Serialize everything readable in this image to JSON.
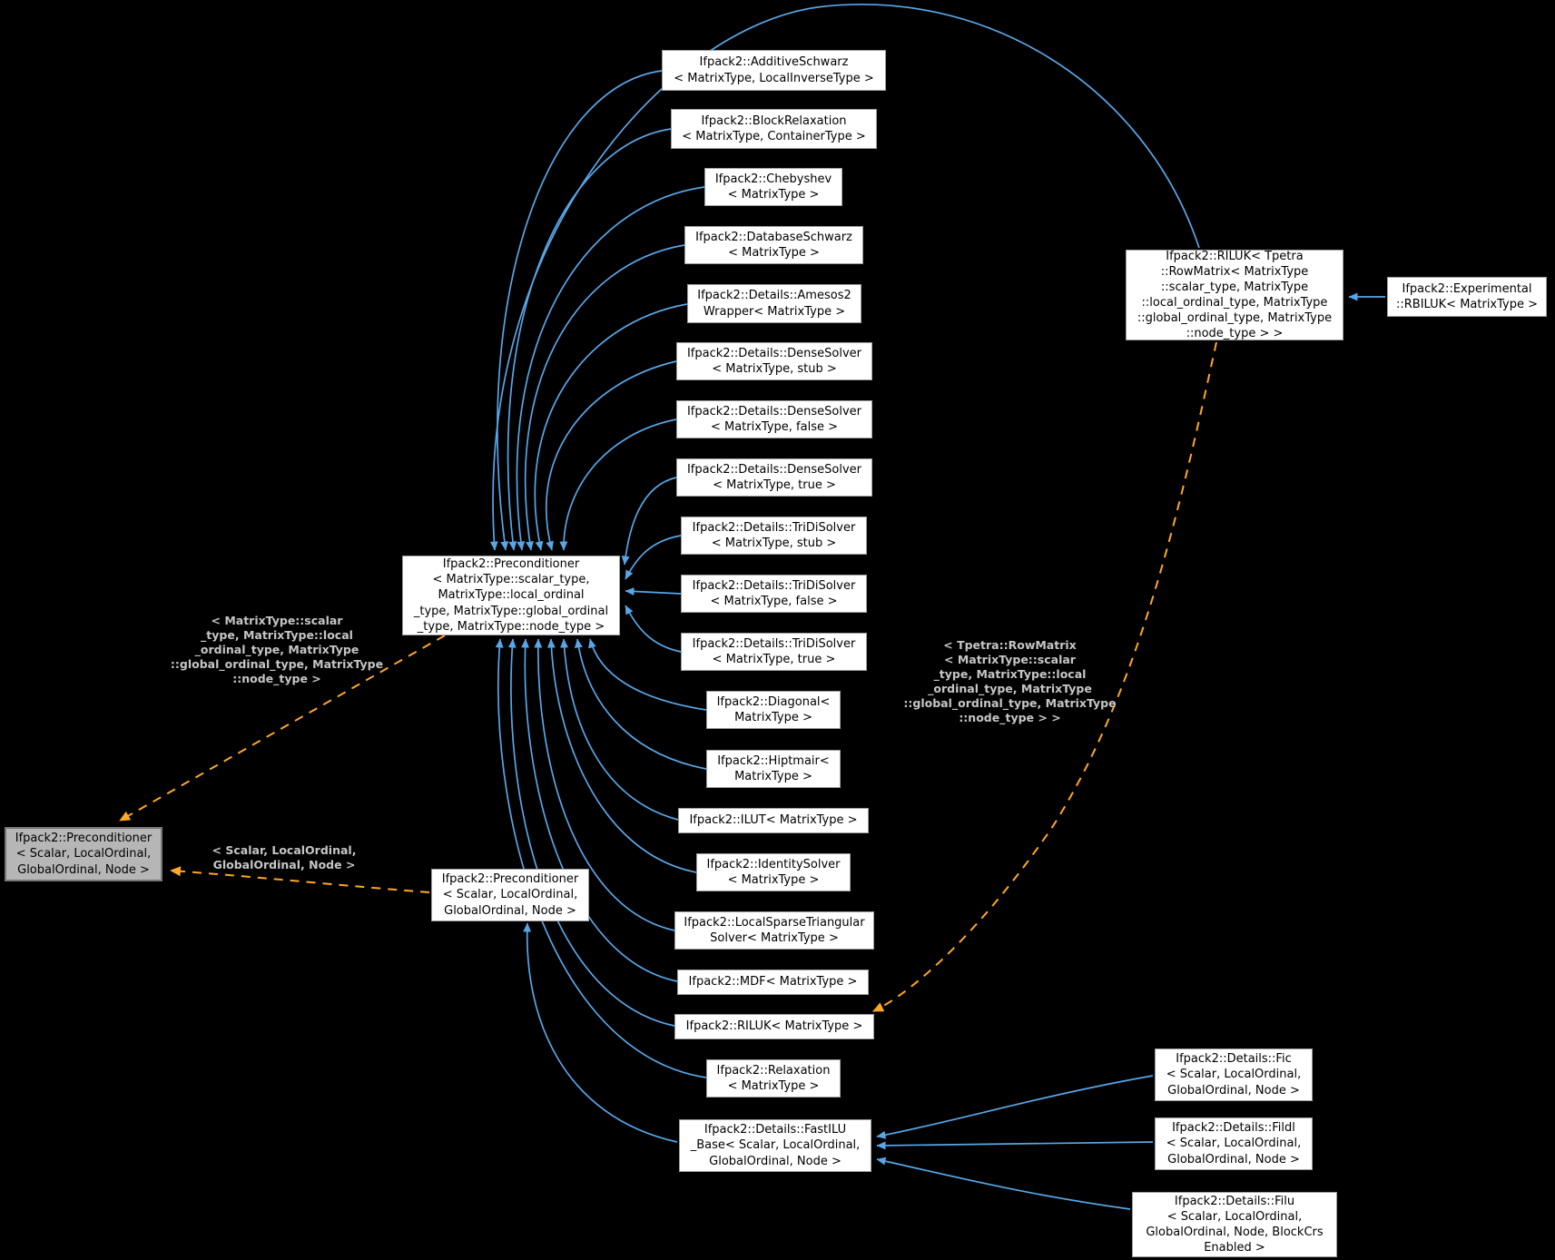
{
  "diagram": {
    "type": "class-inheritance-graph",
    "colors": {
      "background": "#000000",
      "inheritance_edge": "#58a6e8",
      "template_edge": "#ffa726",
      "node_background": "#ffffff",
      "node_border": "#9e9e9e",
      "focal_background": "#b6b6b6",
      "edge_label_text": "#c6c6c6"
    },
    "nodes": {
      "focal": {
        "label": "Ifpack2::Preconditioner\n< Scalar, LocalOrdinal,\nGlobalOrdinal, Node >"
      },
      "precond_matrixtype": {
        "label": "Ifpack2::Preconditioner\n< MatrixType::scalar_type,\nMatrixType::local_ordinal\n_type, MatrixType::global_ordinal\n_type, MatrixType::node_type >"
      },
      "precond_scalar": {
        "label": "Ifpack2::Preconditioner\n< Scalar, LocalOrdinal,\nGlobalOrdinal, Node >"
      },
      "additive_schwarz": {
        "label": "Ifpack2::AdditiveSchwarz\n< MatrixType, LocalInverseType >"
      },
      "block_relaxation": {
        "label": "Ifpack2::BlockRelaxation\n< MatrixType, ContainerType >"
      },
      "chebyshev": {
        "label": "Ifpack2::Chebyshev\n< MatrixType >"
      },
      "database_schwarz": {
        "label": "Ifpack2::DatabaseSchwarz\n< MatrixType >"
      },
      "amesos2_wrapper": {
        "label": "Ifpack2::Details::Amesos2\nWrapper< MatrixType >"
      },
      "dense_solver_stub": {
        "label": "Ifpack2::Details::DenseSolver\n< MatrixType, stub >"
      },
      "dense_solver_false": {
        "label": "Ifpack2::Details::DenseSolver\n< MatrixType, false >"
      },
      "dense_solver_true": {
        "label": "Ifpack2::Details::DenseSolver\n< MatrixType, true >"
      },
      "tridi_solver_stub": {
        "label": "Ifpack2::Details::TriDiSolver\n< MatrixType, stub >"
      },
      "tridi_solver_false": {
        "label": "Ifpack2::Details::TriDiSolver\n< MatrixType, false >"
      },
      "tridi_solver_true": {
        "label": "Ifpack2::Details::TriDiSolver\n< MatrixType, true >"
      },
      "diagonal": {
        "label": "Ifpack2::Diagonal<\nMatrixType >"
      },
      "hiptmair": {
        "label": "Ifpack2::Hiptmair<\nMatrixType >"
      },
      "ilut": {
        "label": "Ifpack2::ILUT< MatrixType >"
      },
      "identity_solver": {
        "label": "Ifpack2::IdentitySolver\n< MatrixType >"
      },
      "local_sparse_triangular": {
        "label": "Ifpack2::LocalSparseTriangular\nSolver< MatrixType >"
      },
      "mdf": {
        "label": "Ifpack2::MDF< MatrixType >"
      },
      "riluk_matrixtype": {
        "label": "Ifpack2::RILUK< MatrixType >"
      },
      "relaxation": {
        "label": "Ifpack2::Relaxation\n< MatrixType >"
      },
      "fastilu_base": {
        "label": "Ifpack2::Details::FastILU\n_Base< Scalar, LocalOrdinal,\nGlobalOrdinal, Node >"
      },
      "riluk_tpetra": {
        "label": "Ifpack2::RILUK< Tpetra\n::RowMatrix< MatrixType\n::scalar_type, MatrixType\n::local_ordinal_type, MatrixType\n::global_ordinal_type, MatrixType\n::node_type > >"
      },
      "rbiluk": {
        "label": "Ifpack2::Experimental\n::RBILUK< MatrixType >"
      },
      "fic": {
        "label": "Ifpack2::Details::Fic\n< Scalar, LocalOrdinal,\nGlobalOrdinal, Node >"
      },
      "fildl": {
        "label": "Ifpack2::Details::Fildl\n< Scalar, LocalOrdinal,\nGlobalOrdinal, Node >"
      },
      "filu": {
        "label": "Ifpack2::Details::Filu\n< Scalar, LocalOrdinal,\nGlobalOrdinal, Node, BlockCrs\nEnabled >"
      }
    },
    "edge_labels": {
      "matrixtype_args": {
        "label": "< MatrixType::scalar\n_type, MatrixType::local\n_ordinal_type, MatrixType\n::global_ordinal_type, MatrixType\n::node_type >"
      },
      "scalar_args": {
        "label": "< Scalar, LocalOrdinal,\nGlobalOrdinal, Node >"
      },
      "tpetra_rowmatrix_args": {
        "label": "< Tpetra::RowMatrix\n< MatrixType::scalar\n_type, MatrixType::local\n_ordinal_type, MatrixType\n::global_ordinal_type, MatrixType\n::node_type > >"
      }
    }
  }
}
